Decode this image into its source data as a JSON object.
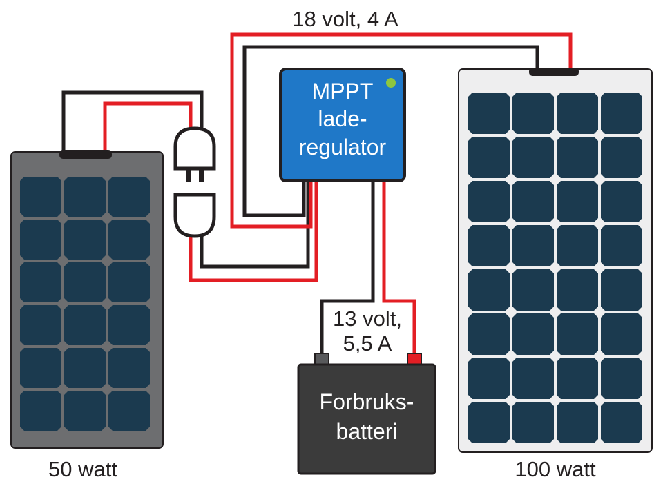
{
  "labels": {
    "top_wire": "18 volt, 4 A",
    "battery_wire_line1": "13 volt,",
    "battery_wire_line2": "5,5 A",
    "small_panel": "50 watt",
    "large_panel": "100 watt"
  },
  "regulator": {
    "line1": "MPPT",
    "line2": "lade-",
    "line3": "regulator",
    "indicator_color": "#8dc63f",
    "color": "#1f78c8"
  },
  "battery": {
    "line1": "Forbruks-",
    "line2": "batteri",
    "color": "#3b3b3b"
  },
  "colors": {
    "positive_wire": "#e31e24",
    "negative_wire": "#231f20",
    "cell": "#1b3a4f",
    "small_panel_frame": "#6d6e70",
    "large_panel_frame": "#eeeeef"
  },
  "panels": {
    "small": {
      "cols": 3,
      "rows": 6
    },
    "large": {
      "cols": 4,
      "rows": 8
    }
  }
}
